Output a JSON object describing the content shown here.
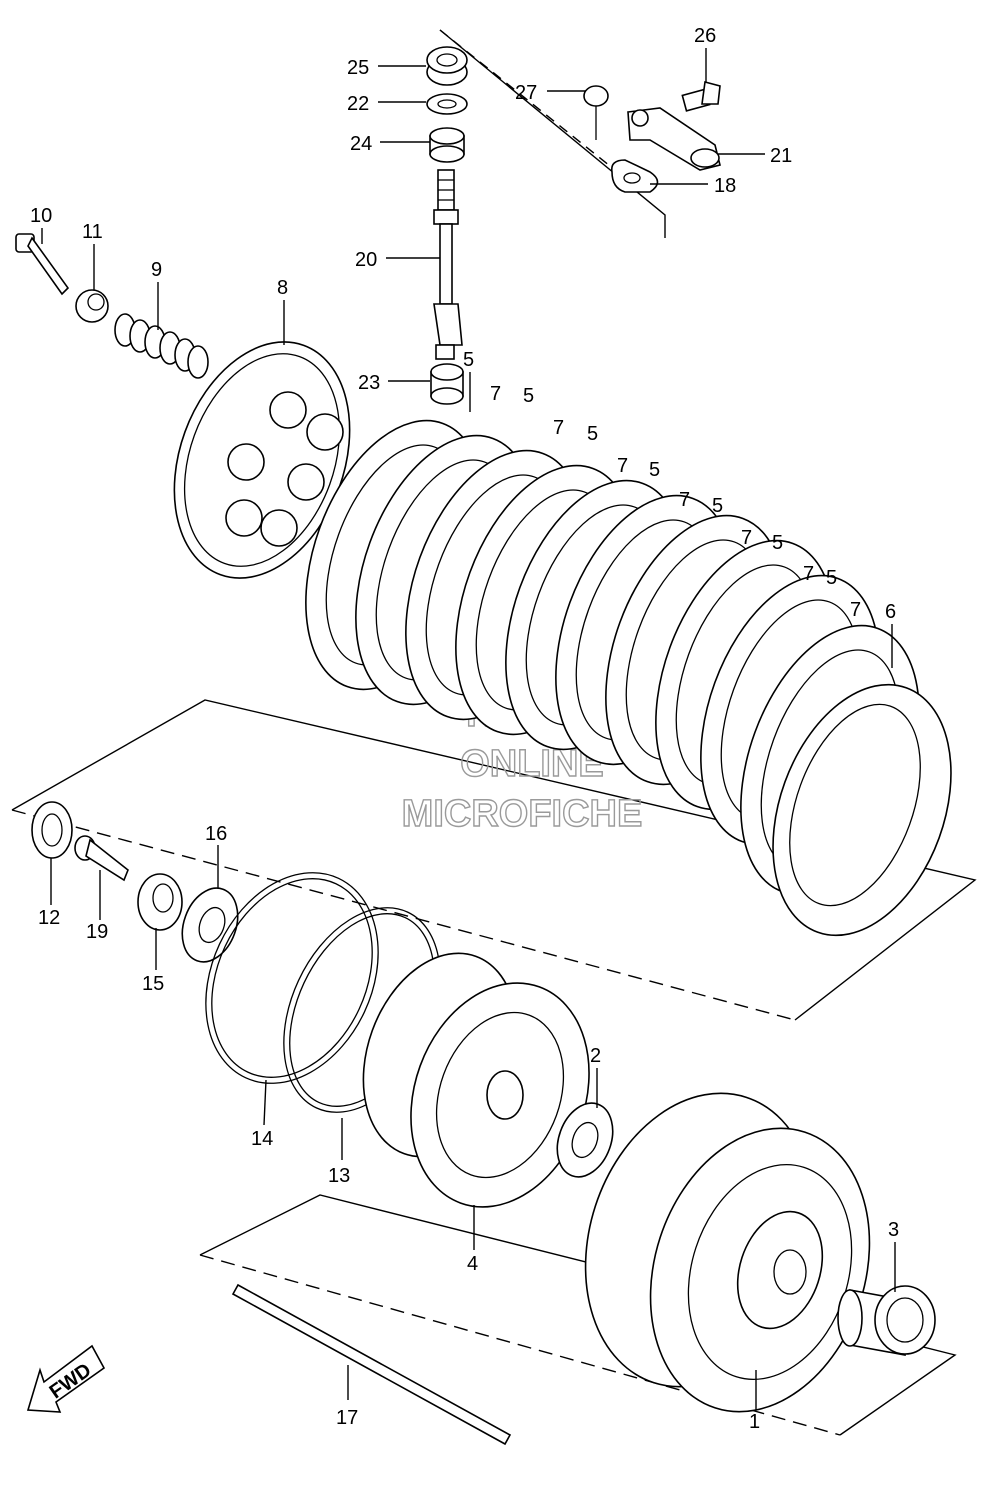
{
  "labels": [
    "1",
    "2",
    "3",
    "4",
    "5",
    "6",
    "7",
    "8",
    "9",
    "10",
    "11",
    "12",
    "13",
    "14",
    "15",
    "16",
    "17",
    "18",
    "19",
    "20",
    "21",
    "22",
    "23",
    "24",
    "25",
    "26",
    "27"
  ],
  "watermark": {
    "line1": "HLSM",
    "line2": "ONLINE",
    "line3": "MICROFICHE"
  },
  "fwd": "FWD"
}
